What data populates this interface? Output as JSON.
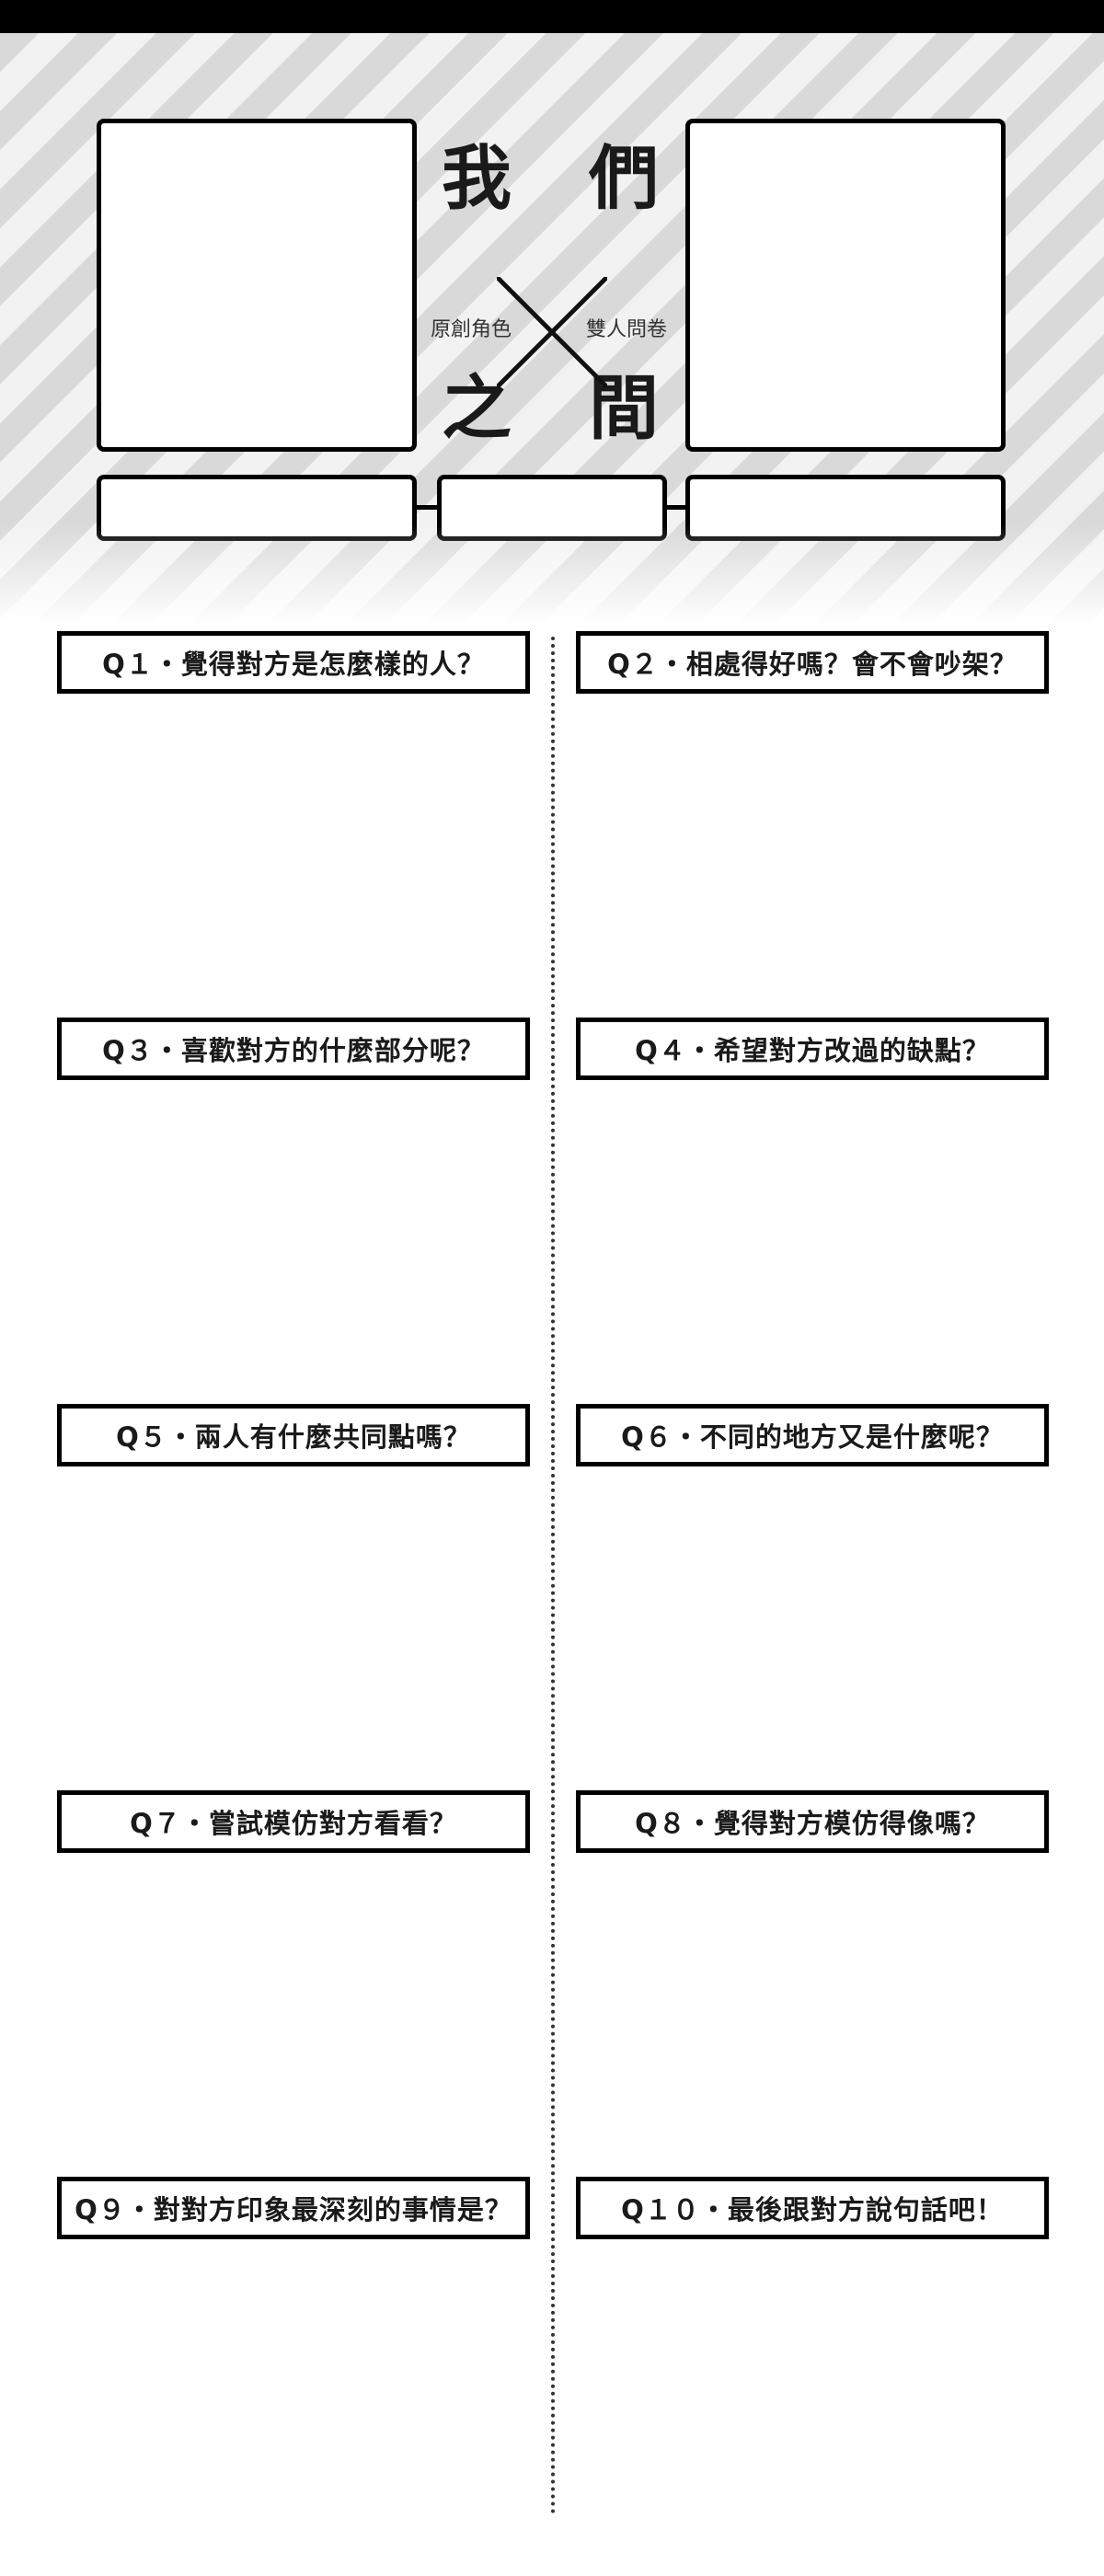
{
  "header": {
    "title_chars": [
      "我",
      "們",
      "之",
      "間"
    ],
    "sub_left": "原創角色",
    "sub_right": "雙人問卷"
  },
  "questions": [
    "Q１・覺得對方是怎麼樣的人？",
    "Q２・相處得好嗎？會不會吵架？",
    "Q３・喜歡對方的什麼部分呢？",
    "Q４・希望對方改過的缺點？",
    "Q５・兩人有什麼共同點嗎？",
    "Q６・不同的地方又是什麼呢？",
    "Q７・嘗試模仿對方看看？",
    "Q８・覺得對方模仿得像嗎？",
    "Q９・對對方印象最深刻的事情是？",
    "Q１０・最後跟對方說句話吧！"
  ]
}
